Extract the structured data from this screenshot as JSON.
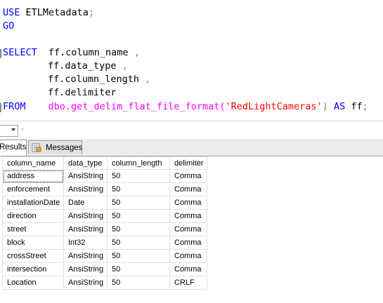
{
  "editor": {
    "line1": {
      "keyword": "USE",
      "name": "ETLMetadata",
      "terminator": ";"
    },
    "line2": {
      "keyword": "GO"
    },
    "line4": {
      "keyword": "SELECT",
      "col": "ff.column_name",
      "comma": ","
    },
    "line5": {
      "col": "ff.data_type",
      "comma": ","
    },
    "line6": {
      "col": "ff.column_length",
      "comma": ","
    },
    "line7": {
      "col": "ff.delimiter"
    },
    "line8": {
      "keyword": "FROM",
      "func": "dbo.get_delim_flat_file_format(",
      "arg": "'RedLightCameras'",
      "close": ")",
      "as": "AS",
      "alias": "ff",
      "terminator": ";"
    }
  },
  "strip": {
    "scroll_icon": "‹"
  },
  "tabs": {
    "results": "Results",
    "messages": "Messages"
  },
  "grid": {
    "headers": [
      "column_name",
      "data_type",
      "column_length",
      "delimiter"
    ],
    "rows": [
      [
        "address",
        "AnsiString",
        "50",
        "Comma"
      ],
      [
        "enforcement",
        "AnsiString",
        "50",
        "Comma"
      ],
      [
        "installationDate",
        "Date",
        "50",
        "Comma"
      ],
      [
        "direction",
        "AnsiString",
        "50",
        "Comma"
      ],
      [
        "street",
        "AnsiString",
        "50",
        "Comma"
      ],
      [
        "block",
        "Int32",
        "50",
        "Comma"
      ],
      [
        "crossStreet",
        "AnsiString",
        "50",
        "Comma"
      ],
      [
        "intersection",
        "AnsiString",
        "50",
        "Comma"
      ],
      [
        "Location",
        "AnsiString",
        "50",
        "CRLF"
      ]
    ]
  },
  "colors": {
    "keyword": "#0000ff",
    "function": "#ff00ff",
    "string": "#ff0000",
    "punct": "#808080"
  }
}
